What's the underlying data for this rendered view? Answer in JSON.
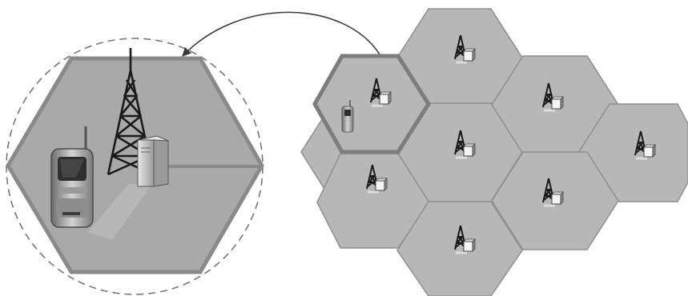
{
  "diagram": {
    "type": "cellular-network",
    "detail_cell": {
      "coverage_outline": "dashed-circle",
      "contents": [
        "tower-icon",
        "mobile-phone-icon",
        "base-station-icon"
      ]
    },
    "cell_grid": {
      "cells": [
        {
          "row": "top",
          "has_tower": true,
          "has_phone": true,
          "highlighted": true
        },
        {
          "row": "top",
          "has_tower": true,
          "has_phone": false,
          "highlighted": false
        },
        {
          "row": "middle",
          "has_tower": true,
          "has_phone": false,
          "highlighted": false
        },
        {
          "row": "middle",
          "has_tower": true,
          "has_phone": false,
          "highlighted": false
        },
        {
          "row": "middle",
          "has_tower": true,
          "has_phone": false,
          "highlighted": false
        },
        {
          "row": "middle",
          "has_tower": true,
          "has_phone": false,
          "highlighted": false
        },
        {
          "row": "bottom",
          "has_tower": true,
          "has_phone": false,
          "highlighted": false
        },
        {
          "row": "bottom",
          "has_tower": true,
          "has_phone": false,
          "highlighted": false
        },
        {
          "row": "bottom",
          "has_tower": true,
          "has_phone": false,
          "highlighted": false
        }
      ]
    },
    "connector": {
      "from": "highlighted-cell",
      "to": "detail-cell",
      "style": "curved-arrow"
    }
  },
  "colors": {
    "cell_fill": "#b7b7b7",
    "cell_stroke": "#8f8f8f",
    "highlight_stroke": "#7d7d7d",
    "detail_fill": "#a9a9a9",
    "tower": "#1a1a1a",
    "arrow": "#3a3a3a",
    "dashed_circle": "#777777"
  }
}
